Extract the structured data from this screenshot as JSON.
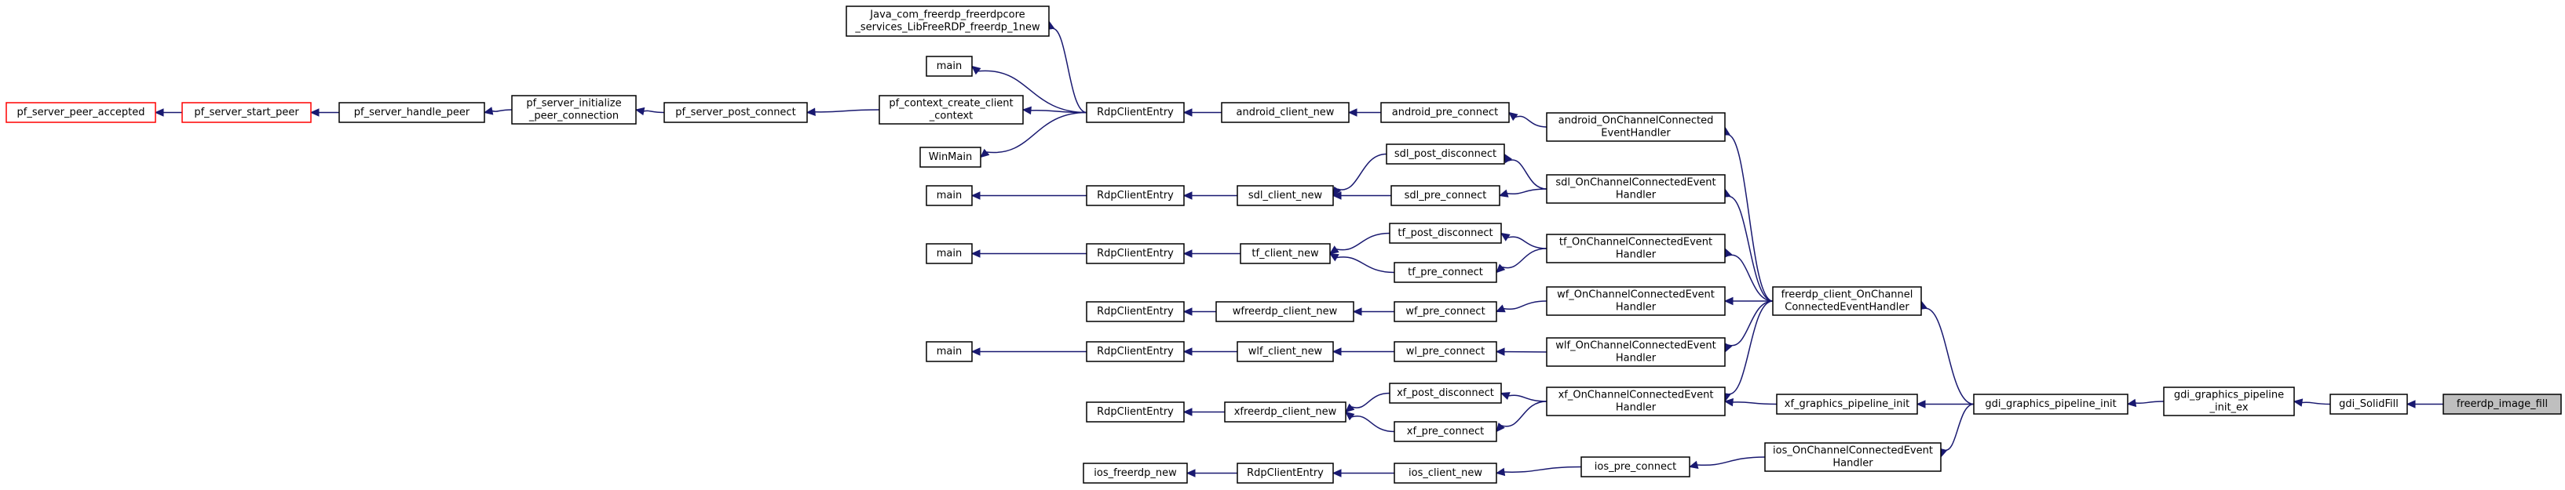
{
  "diagram": {
    "kind": "call-graph",
    "edge_color": "#191970",
    "node_border_color": "#000000",
    "unresolved_border_color": "#ff0000",
    "highlight_fill": "#bfbfbf",
    "nodes": [
      {
        "id": "java_jni",
        "lines": [
          "Java_com_freerdp_freerdpcore",
          "_services_LibFreeRDP_freerdp_1new"
        ]
      },
      {
        "id": "main_a",
        "lines": [
          "main"
        ]
      },
      {
        "id": "pf_ctx",
        "lines": [
          "pf_context_create_client",
          "_context"
        ]
      },
      {
        "id": "winmain",
        "lines": [
          "WinMain"
        ]
      },
      {
        "id": "pf_accepted",
        "lines": [
          "pf_server_peer_accepted"
        ],
        "unresolved": true
      },
      {
        "id": "pf_start",
        "lines": [
          "pf_server_start_peer"
        ],
        "unresolved": true
      },
      {
        "id": "pf_handle",
        "lines": [
          "pf_server_handle_peer"
        ]
      },
      {
        "id": "pf_init",
        "lines": [
          "pf_server_initialize",
          "_peer_connection"
        ]
      },
      {
        "id": "pf_post",
        "lines": [
          "pf_server_post_connect"
        ]
      },
      {
        "id": "rdp_main",
        "lines": [
          "RdpClientEntry"
        ]
      },
      {
        "id": "android_new",
        "lines": [
          "android_client_new"
        ]
      },
      {
        "id": "android_pre",
        "lines": [
          "android_pre_connect"
        ]
      },
      {
        "id": "android_ev",
        "lines": [
          "android_OnChannelConnected",
          "EventHandler"
        ]
      },
      {
        "id": "sdl_postdisc",
        "lines": [
          "sdl_post_disconnect"
        ]
      },
      {
        "id": "main_sdl",
        "lines": [
          "main"
        ]
      },
      {
        "id": "rdp_sdl",
        "lines": [
          "RdpClientEntry"
        ]
      },
      {
        "id": "sdl_new",
        "lines": [
          "sdl_client_new"
        ]
      },
      {
        "id": "sdl_pre",
        "lines": [
          "sdl_pre_connect"
        ]
      },
      {
        "id": "sdl_ev",
        "lines": [
          "sdl_OnChannelConnectedEvent",
          "Handler"
        ]
      },
      {
        "id": "tf_postdisc",
        "lines": [
          "tf_post_disconnect"
        ]
      },
      {
        "id": "main_tf",
        "lines": [
          "main"
        ]
      },
      {
        "id": "rdp_tf",
        "lines": [
          "RdpClientEntry"
        ]
      },
      {
        "id": "tf_new",
        "lines": [
          "tf_client_new"
        ]
      },
      {
        "id": "tf_pre",
        "lines": [
          "tf_pre_connect"
        ]
      },
      {
        "id": "tf_ev",
        "lines": [
          "tf_OnChannelConnectedEvent",
          "Handler"
        ]
      },
      {
        "id": "rdp_wf",
        "lines": [
          "RdpClientEntry"
        ]
      },
      {
        "id": "wf_new",
        "lines": [
          "wfreerdp_client_new"
        ]
      },
      {
        "id": "wf_pre",
        "lines": [
          "wf_pre_connect"
        ]
      },
      {
        "id": "wf_ev",
        "lines": [
          "wf_OnChannelConnectedEvent",
          "Handler"
        ]
      },
      {
        "id": "fr_ev",
        "lines": [
          "freerdp_client_OnChannel",
          "ConnectedEventHandler"
        ]
      },
      {
        "id": "main_wl",
        "lines": [
          "main"
        ]
      },
      {
        "id": "rdp_wl",
        "lines": [
          "RdpClientEntry"
        ]
      },
      {
        "id": "wl_new",
        "lines": [
          "wlf_client_new"
        ]
      },
      {
        "id": "wl_pre",
        "lines": [
          "wl_pre_connect"
        ]
      },
      {
        "id": "wl_ev",
        "lines": [
          "wlf_OnChannelConnectedEvent",
          "Handler"
        ]
      },
      {
        "id": "xf_postdisc",
        "lines": [
          "xf_post_disconnect"
        ]
      },
      {
        "id": "rdp_xf",
        "lines": [
          "RdpClientEntry"
        ]
      },
      {
        "id": "xf_new",
        "lines": [
          "xfreerdp_client_new"
        ]
      },
      {
        "id": "xf_pre",
        "lines": [
          "xf_pre_connect"
        ]
      },
      {
        "id": "xf_ev",
        "lines": [
          "xf_OnChannelConnectedEvent",
          "Handler"
        ]
      },
      {
        "id": "xf_gfx",
        "lines": [
          "xf_graphics_pipeline_init"
        ]
      },
      {
        "id": "gdi_gfx",
        "lines": [
          "gdi_graphics_pipeline_init"
        ]
      },
      {
        "id": "gdi_gfx_ex",
        "lines": [
          "gdi_graphics_pipeline",
          "_init_ex"
        ]
      },
      {
        "id": "gdi_solid",
        "lines": [
          "gdi_SolidFill"
        ]
      },
      {
        "id": "image_fill",
        "lines": [
          "freerdp_image_fill"
        ],
        "highlight": true
      },
      {
        "id": "ios_new",
        "lines": [
          "ios_freerdp_new"
        ]
      },
      {
        "id": "rdp_ios",
        "lines": [
          "RdpClientEntry"
        ]
      },
      {
        "id": "ios_client",
        "lines": [
          "ios_client_new"
        ]
      },
      {
        "id": "ios_pre",
        "lines": [
          "ios_pre_connect"
        ]
      },
      {
        "id": "ios_ev",
        "lines": [
          "ios_OnChannelConnectedEvent",
          "Handler"
        ]
      }
    ],
    "edges": [
      [
        "java_jni",
        "rdp_main"
      ],
      [
        "main_a",
        "rdp_main"
      ],
      [
        "pf_ctx",
        "rdp_main"
      ],
      [
        "winmain",
        "rdp_main"
      ],
      [
        "pf_accepted",
        "pf_start"
      ],
      [
        "pf_start",
        "pf_handle"
      ],
      [
        "pf_handle",
        "pf_init"
      ],
      [
        "pf_init",
        "pf_post"
      ],
      [
        "pf_post",
        "pf_ctx"
      ],
      [
        "rdp_main",
        "android_new"
      ],
      [
        "android_new",
        "android_pre"
      ],
      [
        "android_pre",
        "android_ev"
      ],
      [
        "android_ev",
        "fr_ev"
      ],
      [
        "main_sdl",
        "rdp_sdl"
      ],
      [
        "rdp_sdl",
        "sdl_new"
      ],
      [
        "sdl_new",
        "sdl_postdisc"
      ],
      [
        "sdl_new",
        "sdl_pre"
      ],
      [
        "sdl_postdisc",
        "sdl_ev"
      ],
      [
        "sdl_pre",
        "sdl_ev"
      ],
      [
        "sdl_ev",
        "fr_ev"
      ],
      [
        "main_tf",
        "rdp_tf"
      ],
      [
        "rdp_tf",
        "tf_new"
      ],
      [
        "tf_new",
        "tf_postdisc"
      ],
      [
        "tf_new",
        "tf_pre"
      ],
      [
        "tf_postdisc",
        "tf_ev"
      ],
      [
        "tf_pre",
        "tf_ev"
      ],
      [
        "tf_ev",
        "fr_ev"
      ],
      [
        "rdp_wf",
        "wf_new"
      ],
      [
        "wf_new",
        "wf_pre"
      ],
      [
        "wf_pre",
        "wf_ev"
      ],
      [
        "wf_ev",
        "fr_ev"
      ],
      [
        "main_wl",
        "rdp_wl"
      ],
      [
        "rdp_wl",
        "wl_new"
      ],
      [
        "wl_new",
        "wl_pre"
      ],
      [
        "wl_pre",
        "wl_ev"
      ],
      [
        "wl_ev",
        "fr_ev"
      ],
      [
        "rdp_xf",
        "xf_new"
      ],
      [
        "xf_new",
        "xf_postdisc"
      ],
      [
        "xf_new",
        "xf_pre"
      ],
      [
        "xf_postdisc",
        "xf_ev"
      ],
      [
        "xf_pre",
        "xf_ev"
      ],
      [
        "xf_ev",
        "fr_ev"
      ],
      [
        "xf_ev",
        "xf_gfx"
      ],
      [
        "xf_gfx",
        "gdi_gfx"
      ],
      [
        "fr_ev",
        "gdi_gfx"
      ],
      [
        "gdi_gfx",
        "gdi_gfx_ex"
      ],
      [
        "gdi_gfx_ex",
        "gdi_solid"
      ],
      [
        "gdi_solid",
        "image_fill"
      ],
      [
        "ios_new",
        "rdp_ios"
      ],
      [
        "rdp_ios",
        "ios_client"
      ],
      [
        "ios_client",
        "ios_pre"
      ],
      [
        "ios_pre",
        "ios_ev"
      ],
      [
        "ios_ev",
        "gdi_gfx"
      ]
    ]
  }
}
